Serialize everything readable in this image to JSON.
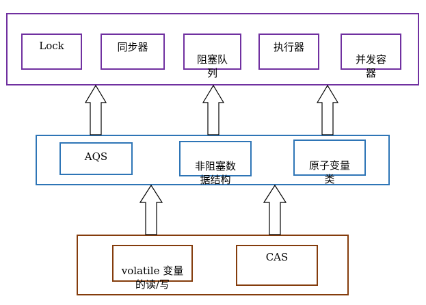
{
  "top_layer": {
    "border_color": "#7030a0",
    "items": [
      "Lock",
      "同步器",
      "阻塞队\n列",
      "执行器",
      "并发容\n器"
    ]
  },
  "middle_layer": {
    "border_color": "#2e75b6",
    "items": [
      "AQS",
      "非阻塞数\n据结构",
      "原子变量\n类"
    ]
  },
  "bottom_layer": {
    "border_color": "#843c0c",
    "items": [
      "volatile 变量\n的读/写",
      "CAS"
    ]
  }
}
